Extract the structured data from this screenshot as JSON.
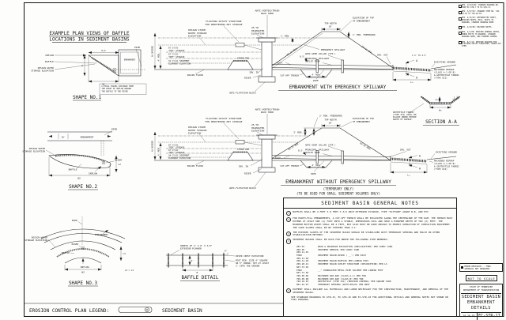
{
  "sheet": {
    "legend_label": "EROSION CONTROL PLAN LEGEND:",
    "legend_item": "SEDIMENT BASIN"
  },
  "pv": {
    "t1": "EXAMPLE PLAN VIEWS OF BAFFLE",
    "t2": "LOCATIONS IN SEDIMENT BASINS",
    "s1": {
      "cap": "SHAPE NO.1",
      "inflow": "INFLOW",
      "baffle": "BAFFLE",
      "dw1": "DESIGN WATER",
      "dw2": "STORAGE ELEVATION",
      "emb": "EMBANKMENT",
      "pipe": "PIPE",
      "dtop": "D/2",
      "dbot": "W1",
      "dleft": "D",
      "n1": "L=TOTAL TRAVEL DISTANCE FROM",
      "n2": "THE POINT OF INFLOW AROUND",
      "n3": "THE BAFFLE TO THE RISER"
    },
    "s2": {
      "cap": "SHAPE NO.2",
      "emb": "EMBANKMENT",
      "w10": "10'",
      "pipe": "PIPE",
      "dw1": "DESIGN WATER",
      "dw2": "STORAGE ELEVATION",
      "baffle": "BAFFLE",
      "riser": "RISER",
      "inflow": "INFLOW",
      "dbot": "W2",
      "dright": "L2"
    },
    "s3": {
      "cap": "SHAPE NO.3",
      "pipe": "PIPE",
      "emb": "EMBANKMENT",
      "riser": "RISER",
      "dw1": "DESIGN WATER",
      "dw2": "STORAGE ELEVATION",
      "baffle": "BAFFLE",
      "inflow": "INFLOW",
      "dbot": "W3",
      "dright": "L3",
      "eq": "L3 = L3"
    }
  },
  "ec": {
    "av1": "ANTI-VORTEX/TRASH",
    "av2": "RACK HOOD",
    "fo1": "FLOATING OUTLET STRUCTURE",
    "fo2": "FOR DEWATERING DRY STORAGE",
    "ds1": "DESIGN STORM",
    "ds2": "WATER STORAGE",
    "ds3": "ELEVATION",
    "hw1": "25-YR",
    "hw2": "HIGHWATER",
    "hw3": "ELEVATION",
    "dry1": "67 CY/AC",
    "dry2": "\"DRY\" STORAGE",
    "wet1": "67 CY/AC",
    "wet2": "\"WET\" STORAGE",
    "co1": "34 CY/AC SEDIMENT",
    "co2": "CLEANOUT ELEVATION",
    "asn": "AS NEEDED",
    "min4": "4' MIN.",
    "floor": "BASIN FLOOR",
    "stone": "STONE PAD",
    "invin": "INV. IN",
    "riser": "RISER",
    "afb": "ANTI-FLOTATION BLOCK",
    "collar": "ANTI-SEEP COLLAR (TYP.)",
    "ps1": "PRINCIPAL SPILLWAY",
    "ps2": "OUTLET PIPE",
    "elev": "ELEV.",
    "half": "0.5'",
    "tw1": "TOP WIDTH",
    "tw2": "10'",
    "et1": "ELEVATION OF TOP",
    "et2": "OF EMBANKMENT",
    "slope": "2H:1V MAX.",
    "cot": "CUT-OFF TRENCH",
    "pipe": "PIPE",
    "invout": "INV. OUT",
    "exg": "EXISTING GROUND",
    "rr1": "MACHINED RIPRAP",
    "rr2": "(CLASS A-1 OR B)",
    "rr3": "& GEOTEXTILE FABRIC",
    "rr4": "(TYPE III)",
    "l0": "L₀",
    "a": "A"
  },
  "e1": {
    "title": "EMBANKMENT WITH EMERGENCY SPILLWAY",
    "fb": "1' MIN. FREEBOARD",
    "min1": "1' MIN.",
    "spill": "EMERGENCY SPILLWAY",
    "depth": "1.5' TO 2.5'"
  },
  "e2": {
    "title": "EMBANKMENT WITHOUT EMERGENCY SPILLWAY",
    "sub1": "(TEMPORARY ONLY)",
    "sub2": "(TO BE USED FOR SMALL SEDIMENT VOLUMES ONLY)",
    "fb": "2' MIN. FREEBOARD",
    "min1": "2' MIN."
  },
  "aa": {
    "cap": "SECTION A-A",
    "g1": "GEOTEXTILE FABRIC",
    "g2": "(TYPE III) SHALL BE",
    "g3": "PLACED UNDER ENTIRE",
    "g4": "WIDTH OF RIPRAP.",
    "d0": "d₀",
    "w0": "W₀",
    "s2": "2",
    "s1": "1"
  },
  "bd": {
    "cap": "BAFFLE DETAIL",
    "p1": "SHEETS OF 4' X 8' X 3/4\"",
    "p2": "EXTERIOR PLYWOOD",
    "rce": "RISER CREST ELEVATION",
    "po1": "POST MIN. SIZE 4\" SQUARE",
    "po2": "OR 5\" ROUND. SET AT LEAST",
    "po3": "3' INTO THE GROUND",
    "d6": "6\"",
    "d4": "4'",
    "d8": "8'"
  },
  "gn": {
    "title": "SEDIMENT BASIN GENERAL NOTES",
    "nums": [
      "1",
      "2",
      "3",
      "4",
      "5"
    ],
    "n1": "BAFFLES SHALL BE 4 FEET X 8 FEET X 3/4 INCH EXTERIOR PLYWOOD, TYPE \"PLYFORM\" GRADE B-B, AND EXT.",
    "n2": "FOR EARTH-FILL EMBANKMENTS, A CUT-OFF TRENCH SHALL BE EXCAVATED ALONG THE CENTERLINE OF THE DAM. THE TRENCH MUST EXTEND AT LEAST ONE (1) FOOT INTO A STABLE, IMPERVIOUS SOIL AND HAVE A MINIMUM DEPTH OF TWO (2) FEET. THE MINIMUM BOTTOM WIDTH SHALL BE 4 FEET, BUT ALSO MUST BE WIDE ENOUGH TO PERMIT OPERATION OF COMPACTION EQUIPMENT. THE SIDE SLOPES SHALL BE NO STEEPER THAN 1:1.",
    "n3": "THE EXPOSED SLOPES OF THE SEDIMENT BASIN SHOULD BE STABILIZED WITH TEMPORARY SEEDING AND MULCH OR OTHER STABILIZATION METHODS.",
    "n4": "SEDIMENT BASINS SHALL BE PAID FOR UNDER THE FOLLOWING ITEM NUMBERS:",
    "n5": "PAYMENT SHALL INCLUDE ALL MATERIALS AND LABOR NECESSARY FOR THE CONSTRUCTION, MAINTENANCE, AND REMOVAL OF THE SEDIMENT BASIN.",
    "foot": "SEE STANDARD DRAWINGS EC-STR-15, EC-STR-16 AND EC-STR-18 FOR ADDITIONAL DETAILS AND GENERAL NOTES NOT SHOWN ON THIS DRAWING.",
    "items": [
      {
        "no": "203-01",
        "desc": "ROAD & DRAINAGE EXCAVATION (UNCLASSIFIED) PER CUBIC YARD"
      },
      {
        "no": "209-05",
        "desc": "SEDIMENT REMOVAL PER CUBIC YARD"
      },
      {
        "no": "209-11.01",
        "desc": ""
      },
      {
        "no": "THRU",
        "desc": "SEDIMENT BASIN RISER ( __') PER EACH"
      },
      {
        "no": "209-11.09",
        "desc": ""
      },
      {
        "no": "209-11.20",
        "desc": "SEDIMENT BASIN BAFFLES PER LINEAR FOOT"
      },
      {
        "no": "209-20.21",
        "desc": "SEDIMENT BASIN OUTLET STRUCTURE (DESCRIPTION) PER LS"
      },
      {
        "no": "607-37.02",
        "desc": ""
      },
      {
        "no": "THRU",
        "desc": "__\" CORRUGATED METAL PIPE CULVERT PER LINEAR FOOT"
      },
      {
        "no": "607-37.50",
        "desc": ""
      },
      {
        "no": "709-05.06",
        "desc": "MACHINED RIP-RAP (CLASS A-1) PER TON"
      },
      {
        "no": "709-05.08",
        "desc": "MACHINED RIP-RAP (CLASS B) PER TON"
      },
      {
        "no": "740-10.03",
        "desc": "GEOTEXTILE (TYPE III) (EROSION CONTROL) PER SQUARE YARD"
      },
      {
        "no": "801-01.07",
        "desc": "TEMPORARY SEEDING (WITH MULCH) PER UNIT"
      }
    ]
  },
  "rev": [
    "REV. 12/10/96: CHANGED DRAWING NO. FROM EC-STR-7 TO EC-STR-17.",
    "REV. 5/27/01: CHANGED ITEM NO. 740-02.02 TO 740-02.03.",
    "REV. 4/15/04: REFORMATTED SHEET, REVISED NOTES, MISC. EDITS TO DRAWING, CHANGED DRAWING NAME.",
    "REV. 4/10/06: REVISED NOTES.",
    "REV. 4/1/08: REVISED GENERAL NOTES, MINOR EDITS TO DRAWING, CHANGED DRAWING NAME, AND CHANGED LEGEND.",
    "REV. 8/1/12: REVISED DRAWING FOR FLOATING OUTLET STRUCTURE, ADDED PAY ITEM."
  ],
  "tb": {
    "minor": "MINOR REVISION -- FHWA APPROVAL NOT REQUIRED.",
    "nts": "NOT TO SCALE",
    "state": "STATE OF TENNESSEE",
    "dept": "DEPARTMENT OF TRANSPORTATION",
    "t1": "SEDIMENT BASIN",
    "t2": "EMBANKMENT",
    "t3": "DETAILS",
    "date": "10-26-92",
    "num": "EC-STR-17"
  }
}
